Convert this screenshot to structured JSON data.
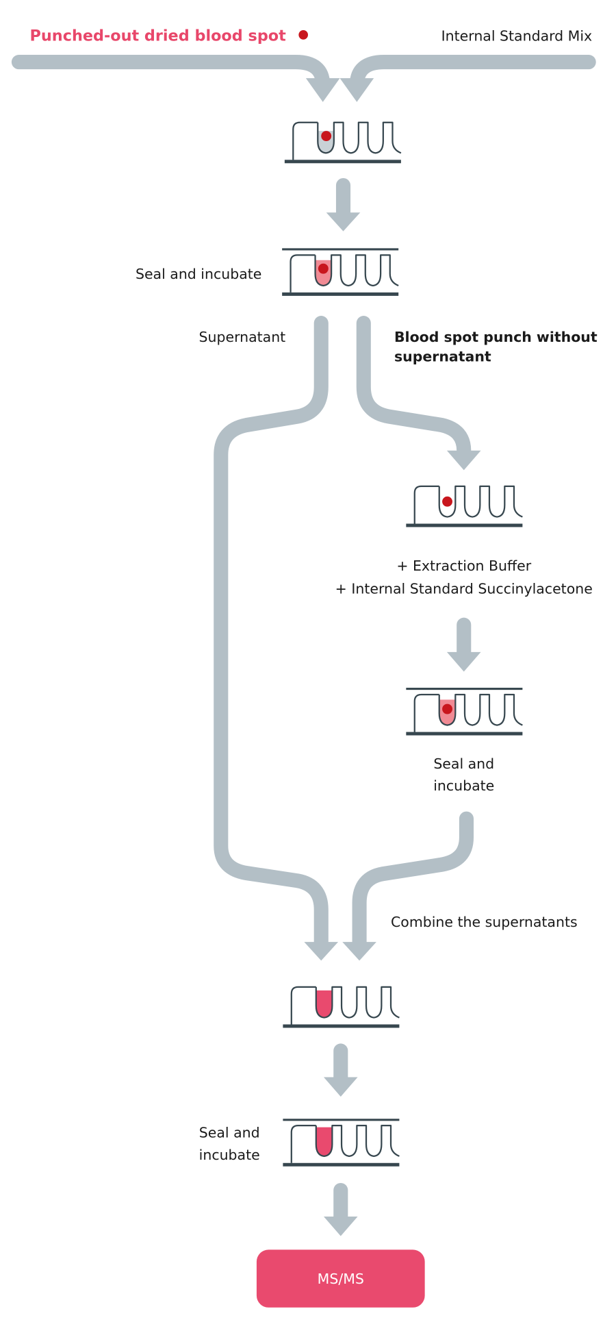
{
  "title_left": "Punched-out dried blood spot",
  "title_right": "Internal Standard Mix",
  "steps": {
    "seal_incubate_1": "Seal and incubate",
    "supernatant": "Supernatant",
    "punch_line1": "Blood spot punch without",
    "punch_line2": "supernatant",
    "extraction_line1": "+ Extraction Buffer",
    "extraction_line2": "+ Internal Standard Succinylacetone",
    "seal_incubate_2_line1": "Seal and",
    "seal_incubate_2_line2": "incubate",
    "combine": "Combine the supernatants",
    "seal_incubate_3_line1": "Seal and",
    "seal_incubate_3_line2": "incubate"
  },
  "final_box": "MS/MS",
  "colors": {
    "accent": "#e8476a",
    "arrow": "#b3bfc6",
    "plate": "#37474f",
    "blood_dot": "#c8161d",
    "pink_fill": "#f08a94",
    "mix_fill": "#e94a6e"
  }
}
